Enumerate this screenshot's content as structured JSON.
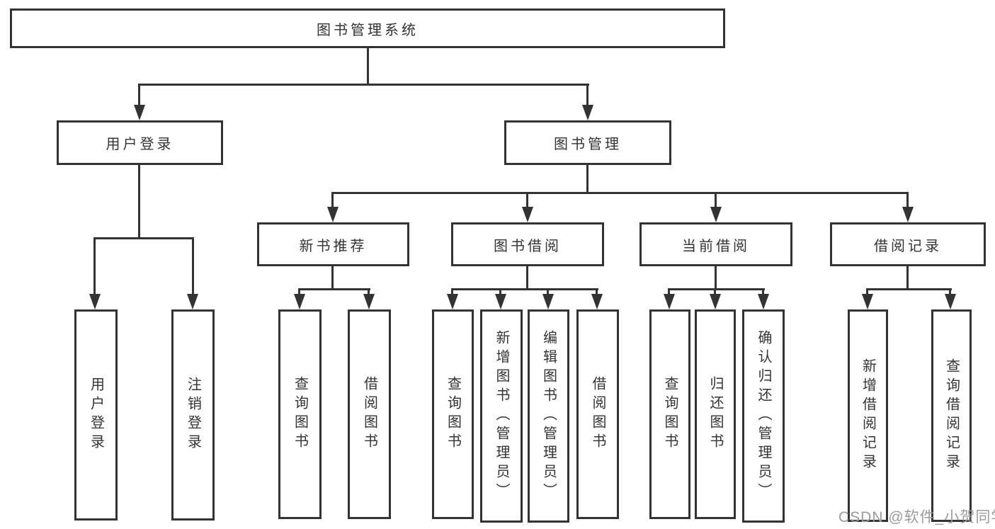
{
  "diagram": {
    "root": {
      "label": "图书管理系统"
    },
    "level1": {
      "user_login": {
        "label": "用户登录"
      },
      "book_management": {
        "label": "图书管理"
      }
    },
    "level2": {
      "new_book_recommend": {
        "label": "新书推荐"
      },
      "book_borrow": {
        "label": "图书借阅"
      },
      "current_borrow": {
        "label": "当前借阅"
      },
      "borrow_records": {
        "label": "借阅记录"
      }
    },
    "leaves": {
      "user_login": [
        "用户登录",
        "注销登录"
      ],
      "new_book_recommend": [
        "查询图书",
        "借阅图书"
      ],
      "book_borrow": [
        "查询图书",
        "新增图书（管理员）",
        "编辑图书（管理员）",
        "借阅图书"
      ],
      "current_borrow": [
        "查询图书",
        "归还图书",
        "确认归还（管理员）"
      ],
      "borrow_records": [
        "新增借阅记录",
        "查询借阅记录"
      ]
    }
  },
  "watermark": {
    "text": "CSDN @软件_小贺同学",
    "color": "#9c9c9c"
  },
  "colors": {
    "line": "#333333",
    "border": "#333333",
    "text": "#333333",
    "background": "#ffffff"
  }
}
